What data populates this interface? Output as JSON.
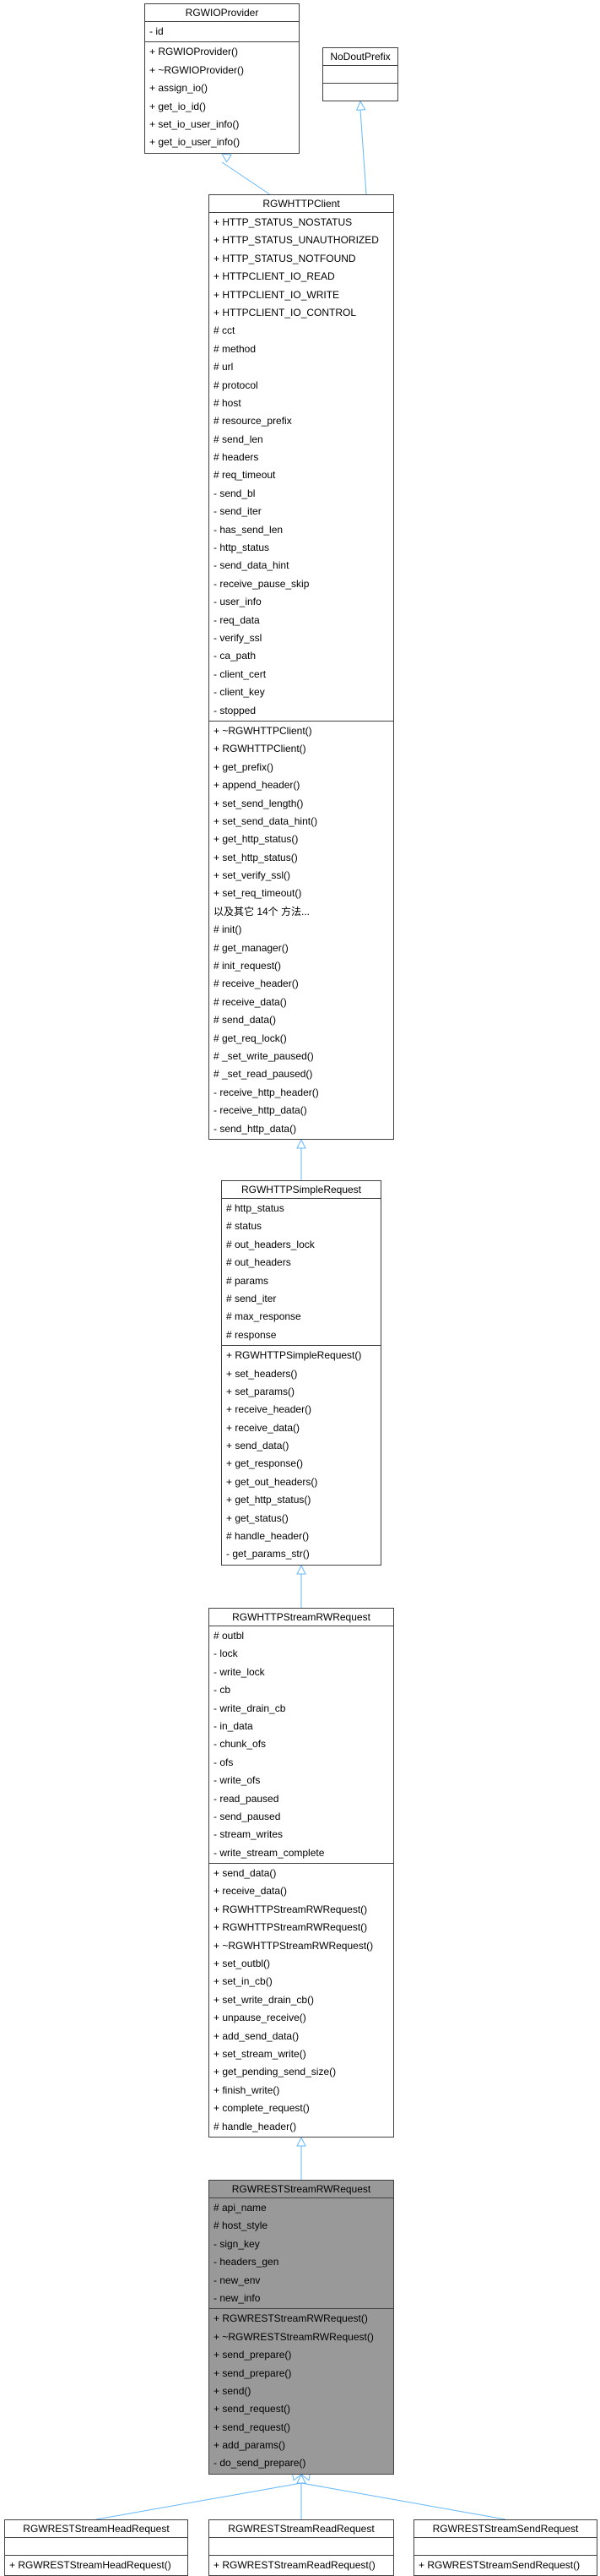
{
  "classes": {
    "rgwioprovider": {
      "name": "RGWIOProvider",
      "attributes": [
        "-  id"
      ],
      "operations": [
        "+ RGWIOProvider()",
        "+ ~RGWIOProvider()",
        "+ assign_io()",
        "+ get_io_id()",
        "+ set_io_user_info()",
        "+ get_io_user_info()"
      ]
    },
    "nodoutprefix": {
      "name": "NoDoutPrefix",
      "attributes": [],
      "operations": []
    },
    "rgwhttpclient": {
      "name": "RGWHTTPClient",
      "attributes": [
        "+ HTTP_STATUS_NOSTATUS",
        "+ HTTP_STATUS_UNAUTHORIZED",
        "+ HTTP_STATUS_NOTFOUND",
        "+ HTTPCLIENT_IO_READ",
        "+ HTTPCLIENT_IO_WRITE",
        "+ HTTPCLIENT_IO_CONTROL",
        "# cct",
        "# method",
        "# url",
        "# protocol",
        "# host",
        "# resource_prefix",
        "# send_len",
        "# headers",
        "# req_timeout",
        "-  send_bl",
        "-  send_iter",
        "-  has_send_len",
        "-  http_status",
        "-  send_data_hint",
        "-  receive_pause_skip",
        "-  user_info",
        "-  req_data",
        "-  verify_ssl",
        "-  ca_path",
        "-  client_cert",
        "-  client_key",
        "-  stopped"
      ],
      "operations": [
        "+ ~RGWHTTPClient()",
        "+ RGWHTTPClient()",
        "+ get_prefix()",
        "+ append_header()",
        "+ set_send_length()",
        "+ set_send_data_hint()",
        "+ get_http_status()",
        "+ set_http_status()",
        "+ set_verify_ssl()",
        "+ set_req_timeout()",
        "以及其它 14个 方法...",
        "# init()",
        "# get_manager()",
        "# init_request()",
        "# receive_header()",
        "# receive_data()",
        "# send_data()",
        "# get_req_lock()",
        "# _set_write_paused()",
        "# _set_read_paused()",
        "-  receive_http_header()",
        "-  receive_http_data()",
        "-  send_http_data()"
      ]
    },
    "rgwhttpsimplerequest": {
      "name": "RGWHTTPSimpleRequest",
      "attributes": [
        "# http_status",
        "# status",
        "# out_headers_lock",
        "# out_headers",
        "# params",
        "# send_iter",
        "# max_response",
        "# response"
      ],
      "operations": [
        "+ RGWHTTPSimpleRequest()",
        "+ set_headers()",
        "+ set_params()",
        "+ receive_header()",
        "+ receive_data()",
        "+ send_data()",
        "+ get_response()",
        "+ get_out_headers()",
        "+ get_http_status()",
        "+ get_status()",
        "# handle_header()",
        "-  get_params_str()"
      ]
    },
    "rgwhttpstreamrwrequest": {
      "name": "RGWHTTPStreamRWRequest",
      "attributes": [
        "# outbl",
        "-  lock",
        "-  write_lock",
        "-  cb",
        "-  write_drain_cb",
        "-  in_data",
        "-  chunk_ofs",
        "-  ofs",
        "-  write_ofs",
        "-  read_paused",
        "-  send_paused",
        "-  stream_writes",
        "-  write_stream_complete"
      ],
      "operations": [
        "+ send_data()",
        "+ receive_data()",
        "+ RGWHTTPStreamRWRequest()",
        "+ RGWHTTPStreamRWRequest()",
        "+ ~RGWHTTPStreamRWRequest()",
        "+ set_outbl()",
        "+ set_in_cb()",
        "+ set_write_drain_cb()",
        "+ unpause_receive()",
        "+ add_send_data()",
        "+ set_stream_write()",
        "+ get_pending_send_size()",
        "+ finish_write()",
        "+ complete_request()",
        "# handle_header()"
      ]
    },
    "rgwreststreamrwrequest": {
      "name": "RGWRESTStreamRWRequest",
      "attributes": [
        "# api_name",
        "# host_style",
        "-  sign_key",
        "-  headers_gen",
        "-  new_env",
        "-  new_info"
      ],
      "operations": [
        "+ RGWRESTStreamRWRequest()",
        "+ ~RGWRESTStreamRWRequest()",
        "+ send_prepare()",
        "+ send_prepare()",
        "+ send()",
        "+ send_request()",
        "+ send_request()",
        "+ add_params()",
        "-  do_send_prepare()"
      ]
    },
    "rgwreststreamheadrequest": {
      "name": "RGWRESTStreamHeadRequest",
      "attributes": [],
      "operations": [
        "+ RGWRESTStreamHeadRequest()"
      ]
    },
    "rgwreststreamreadrequest": {
      "name": "RGWRESTStreamReadRequest",
      "attributes": [],
      "operations": [
        "+ RGWRESTStreamReadRequest()"
      ]
    },
    "rgwreststreamsendrequest": {
      "name": "RGWRESTStreamSendRequest",
      "attributes": [],
      "operations": [
        "+ RGWRESTStreamSendRequest()"
      ]
    }
  },
  "inheritance": [
    {
      "child": "rgwhttpclient",
      "parent": "rgwioprovider"
    },
    {
      "child": "rgwhttpclient",
      "parent": "nodoutprefix"
    },
    {
      "child": "rgwhttpsimplerequest",
      "parent": "rgwhttpclient"
    },
    {
      "child": "rgwhttpstreamrwrequest",
      "parent": "rgwhttpsimplerequest"
    },
    {
      "child": "rgwreststreamrwrequest",
      "parent": "rgwhttpstreamrwrequest"
    },
    {
      "child": "rgwreststreamheadrequest",
      "parent": "rgwreststreamrwrequest"
    },
    {
      "child": "rgwreststreamreadrequest",
      "parent": "rgwreststreamrwrequest"
    },
    {
      "child": "rgwreststreamsendrequest",
      "parent": "rgwreststreamrwrequest"
    }
  ],
  "colors": {
    "border": "#404040",
    "highlight": "#999999",
    "arrow": "#63b8ff"
  }
}
